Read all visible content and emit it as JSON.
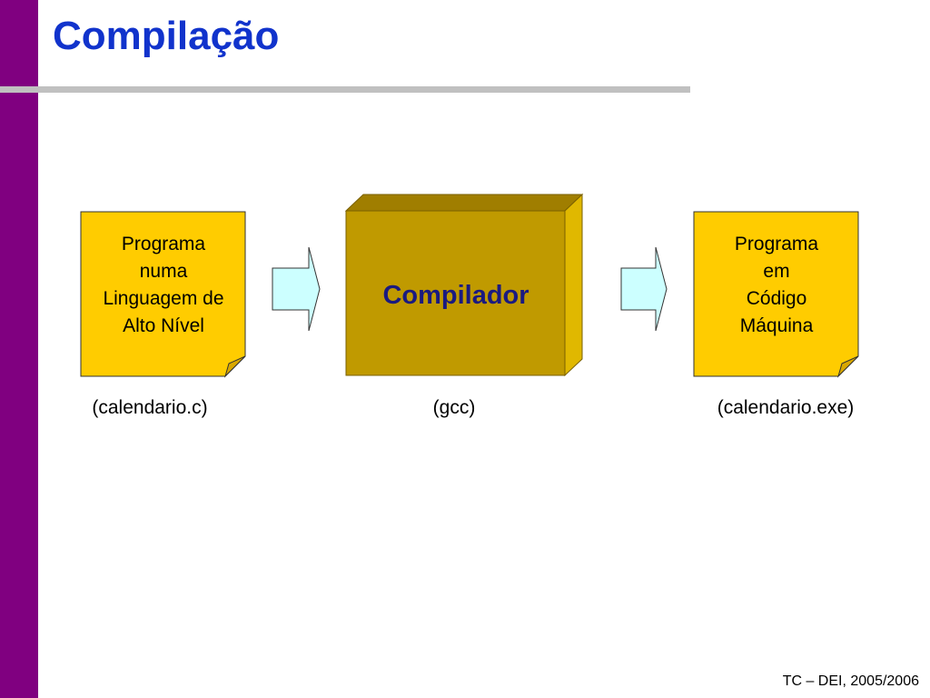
{
  "slide": {
    "title": "Compilação",
    "footer": "TC – DEI, 2005/2006"
  },
  "diagram": {
    "source": {
      "lines": [
        "Programa",
        "numa",
        "Linguagem de",
        "Alto Nível"
      ],
      "caption": "(calendario.c)"
    },
    "compiler": {
      "label": "Compilador",
      "caption": "(gcc)"
    },
    "target": {
      "lines": [
        "Programa",
        "em",
        "Código",
        "Máquina"
      ],
      "caption": "(calendario.exe)"
    }
  },
  "colors": {
    "accent_bar": "#800080",
    "title": "#1133cc",
    "note_fill": "#ffcc00",
    "box_front": "#c09a00",
    "box_top": "#a07e00",
    "box_side": "#e0b800",
    "compiler_text": "#1a1a80",
    "arrow_fill": "#ccffff"
  }
}
